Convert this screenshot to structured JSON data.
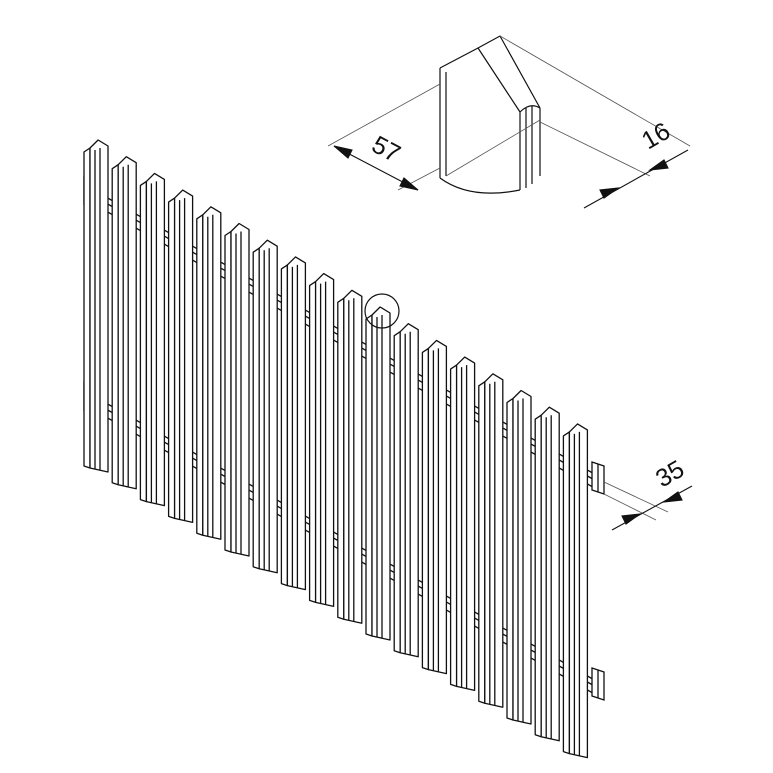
{
  "colors": {
    "background": "#ffffff",
    "line": "#111111",
    "light_line": "#555555"
  },
  "fence": {
    "picket_count": 18
  },
  "dimensions": {
    "picket_width": "57",
    "picket_thickness": "16",
    "rail_depth": "35"
  }
}
